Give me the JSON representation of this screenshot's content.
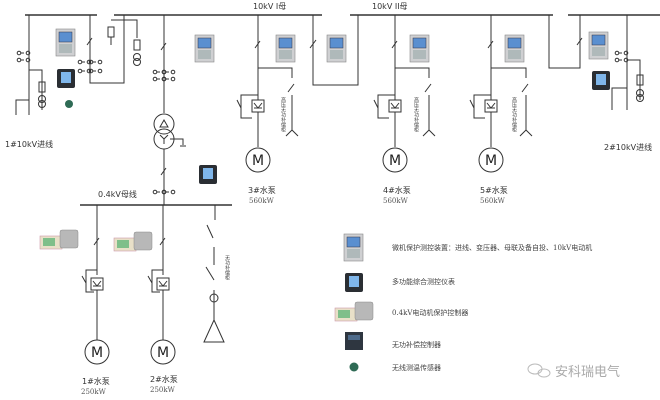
{
  "buses": {
    "bus_1": "10kV I母",
    "bus_2": "10kV II母",
    "low_bus": "0.4kV母线"
  },
  "incoming": {
    "line_1": "1#10kV进线",
    "line_2": "2#10kV进线"
  },
  "pumps": [
    {
      "name": "3#水泵",
      "power": "560kW"
    },
    {
      "name": "4#水泵",
      "power": "560kW"
    },
    {
      "name": "5#水泵",
      "power": "560kW"
    },
    {
      "name": "1#水泵",
      "power": "250kW"
    },
    {
      "name": "2#水泵",
      "power": "250kW"
    }
  ],
  "motor_symbol": "M",
  "compensation": {
    "hv_label": "高压无功补偿柜",
    "lv_label": "无功补偿柜"
  },
  "legend": [
    {
      "icon": "protection-relay-icon",
      "label": "微机保护测控装置：进线、变压器、母联及备自投、10kV电动机"
    },
    {
      "icon": "multifunction-meter-icon",
      "label": "多功能综合测控仪表"
    },
    {
      "icon": "motor-controller-icon",
      "label": "0.4kV电动机保护控制器"
    },
    {
      "icon": "reactive-controller-icon",
      "label": "无功补偿控制器"
    },
    {
      "icon": "wireless-sensor-icon",
      "label": "无线测温传感器"
    }
  ],
  "watermark": "安科瑞电气",
  "colors": {
    "line": "#333333",
    "screen": "#5a8fd0",
    "device": "#c8c8c8"
  }
}
